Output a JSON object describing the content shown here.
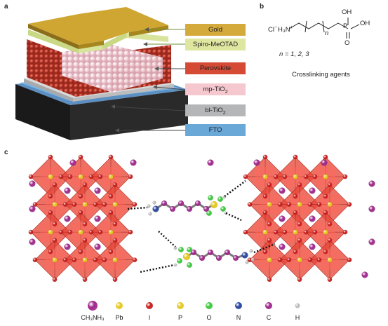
{
  "panel_a": {
    "letter": "a",
    "layers": [
      {
        "label": "Gold",
        "sub": "",
        "color": "#d4aa3c"
      },
      {
        "label": "Spiro-MeOTAD",
        "sub": "",
        "color": "#dfe6a0"
      },
      {
        "label": "Perovskite",
        "sub": "",
        "color": "#d44a34"
      },
      {
        "label": "mp-TiO",
        "sub": "2",
        "color": "#f5c8cf"
      },
      {
        "label": "bl-TiO",
        "sub": "2",
        "color": "#b4b6b8"
      },
      {
        "label": "FTO",
        "sub": "",
        "color": "#6aa8d8"
      }
    ]
  },
  "panel_b": {
    "letter": "b",
    "counterion": "Cl",
    "amine": "H₃N",
    "subscript_n": "n",
    "oh_top": "OH",
    "oh_right": "OH",
    "phosphorus": "P",
    "oxygen": "O",
    "n_values": "n = 1, 2, 3",
    "caption": "Crosslinking agents"
  },
  "panel_c": {
    "letter": "c",
    "legend": [
      {
        "label": "CH₃NH₃",
        "color": "#a0288c"
      },
      {
        "label": "Pb",
        "color": "#e6c81e"
      },
      {
        "label": "I",
        "color": "#c81e1e"
      },
      {
        "label": "P",
        "color": "#8c50b4"
      },
      {
        "label": "O",
        "color": "#3cc83c"
      },
      {
        "label": "N",
        "color": "#2846a0"
      },
      {
        "label": "C",
        "color": "#5a5a5a"
      },
      {
        "label": "H",
        "color": "#e6e6e6"
      }
    ]
  }
}
